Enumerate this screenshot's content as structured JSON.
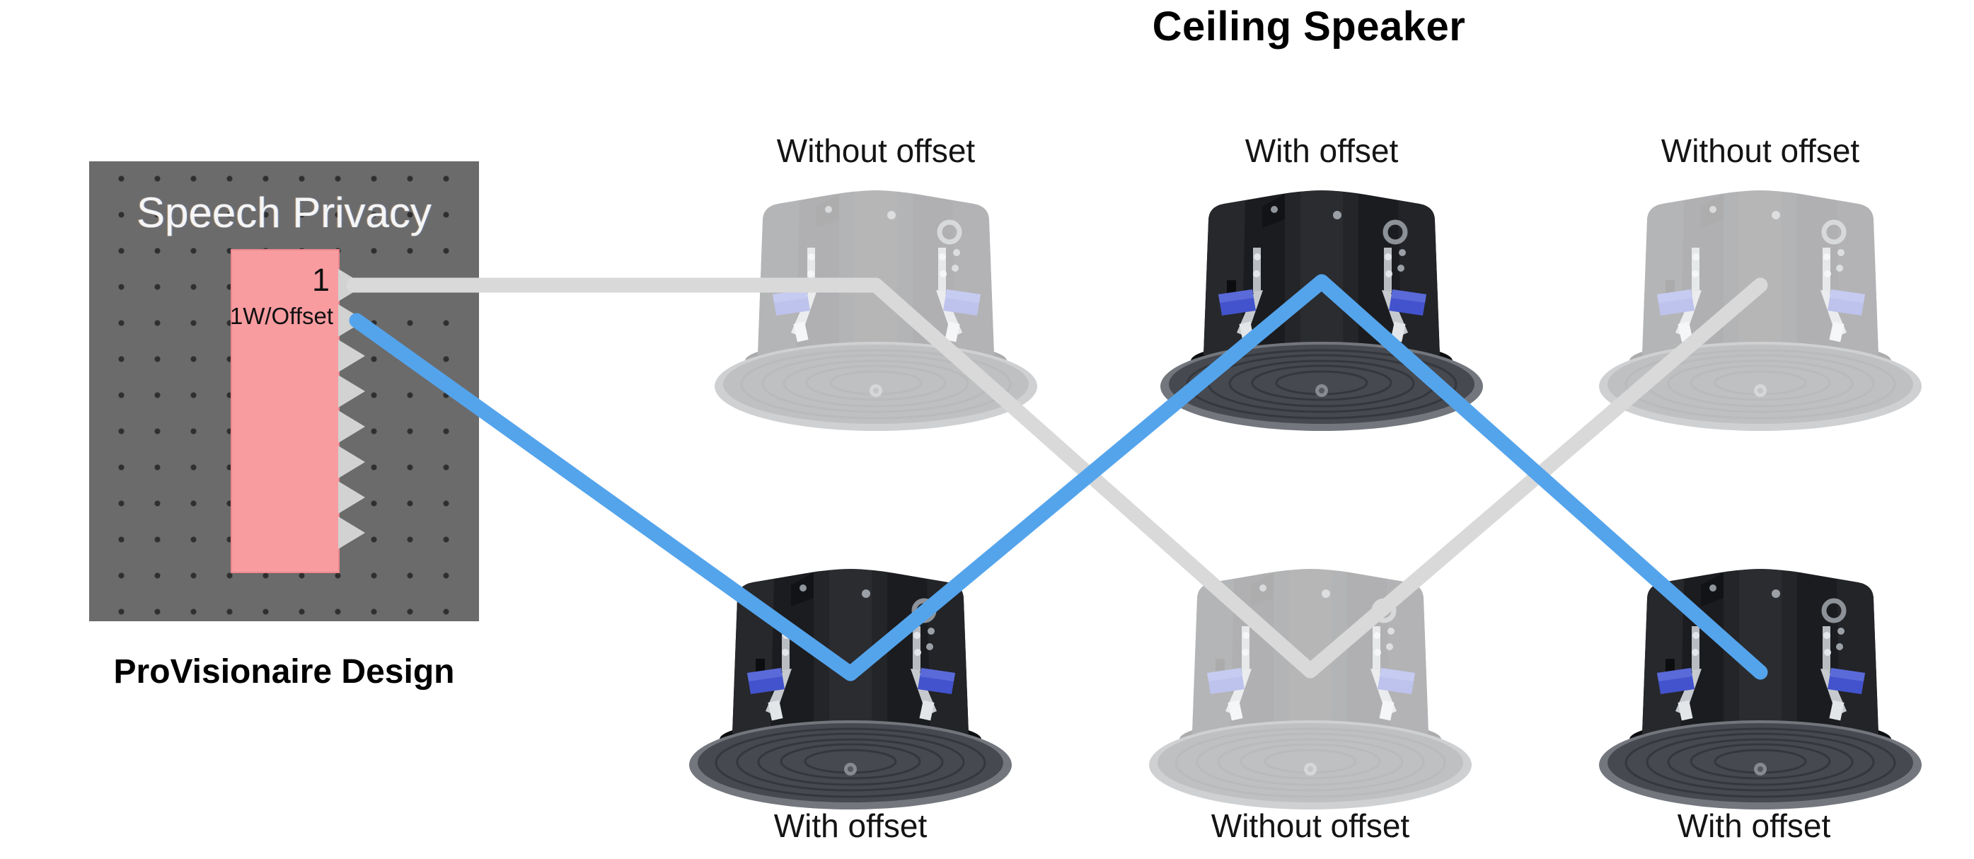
{
  "page": {
    "title": "Ceiling Speaker"
  },
  "provisionaire": {
    "block_title": "Speech Privacy",
    "port_number": "1",
    "port_label": "1W/Offset",
    "caption": "ProVisionaire Design",
    "panel_color": "#6B6B6B",
    "block_color": "#F89CA0",
    "port_color": "#D2D2D2",
    "port_count": 8
  },
  "speakers": {
    "top_row": [
      {
        "label": "Without offset",
        "faded": true
      },
      {
        "label": "With offset",
        "faded": false
      },
      {
        "label": "Without offset",
        "faded": true
      }
    ],
    "bottom_row": [
      {
        "label": "With offset",
        "faded": false
      },
      {
        "label": "Without offset",
        "faded": true
      },
      {
        "label": "With offset",
        "faded": false
      }
    ]
  },
  "connections": {
    "without_offset_wire": {
      "color": "#D9D9D9"
    },
    "with_offset_wire": {
      "color": "#54A4EC"
    }
  }
}
